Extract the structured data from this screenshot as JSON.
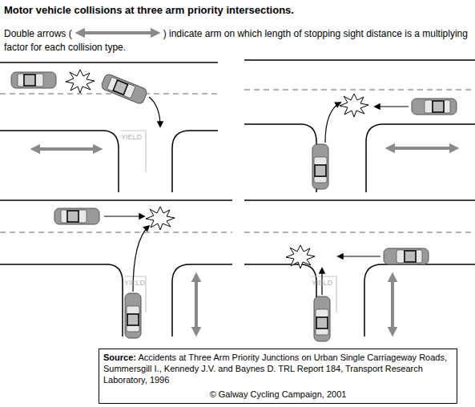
{
  "diagram": {
    "title": "Motor vehicle collisions at three arm priority intersections.",
    "nodes": [
      {
        "text": [
          "Source:",
          "Accidents at Three Arm Priority Junctions on Urban Single Carriageway Roads, Summersgill I., Kennedy J.V. and Baynes D. TRL Report 184, Transport Research Laboratory, 1996",
          "© Galway Cycling Campaign, 2001"
        ]
      }
    ],
    "labels": [
      "Double arrows (",
      ") indicate arm on which length of stopping sight distance is a multiplying factor for each collision type.",
      "YIELD",
      "YIELD",
      "YIELD"
    ]
  }
}
